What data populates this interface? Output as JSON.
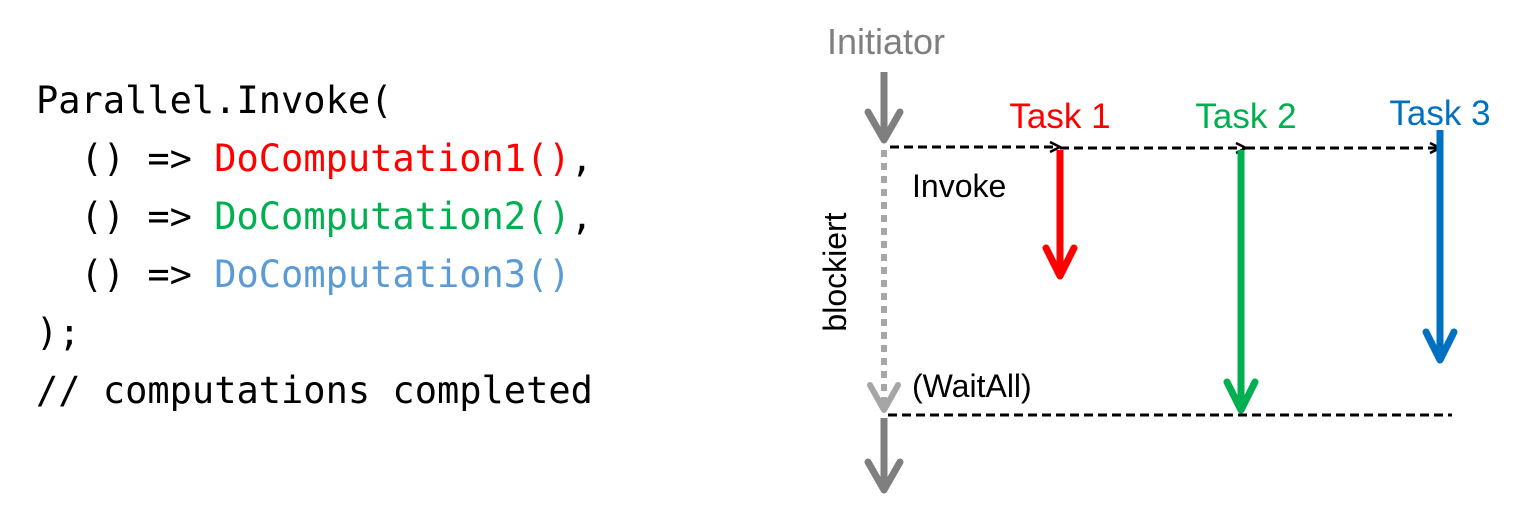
{
  "code": {
    "lines": [
      {
        "segments": [
          {
            "text": "Parallel.Invoke(",
            "color": "#000000"
          }
        ]
      },
      {
        "segments": [
          {
            "text": "  () => ",
            "color": "#000000"
          },
          {
            "text": "DoComputation1()",
            "color": "#ff0000"
          },
          {
            "text": ",",
            "color": "#000000"
          }
        ]
      },
      {
        "segments": [
          {
            "text": "  () => ",
            "color": "#000000"
          },
          {
            "text": "DoComputation2()",
            "color": "#00b050"
          },
          {
            "text": ",",
            "color": "#000000"
          }
        ]
      },
      {
        "segments": [
          {
            "text": "  () => ",
            "color": "#000000"
          },
          {
            "text": "DoComputation3()",
            "color": "#5b9bd5"
          }
        ]
      },
      {
        "segments": [
          {
            "text": ");",
            "color": "#000000"
          }
        ]
      },
      {
        "segments": [
          {
            "text": "// computations completed",
            "color": "#000000"
          }
        ]
      }
    ]
  },
  "diagram": {
    "initiator_label": "Initiator",
    "blocked_label": "blockiert",
    "invoke_label": "Invoke",
    "waitall_label": "(WaitAll)",
    "tasks": [
      {
        "label": "Task 1",
        "color": "#ff0000"
      },
      {
        "label": "Task 2",
        "color": "#00b050"
      },
      {
        "label": "Task 3",
        "color": "#0070c0"
      }
    ],
    "colors": {
      "initiator": "#7f7f7f",
      "dashed_lines": "#000000",
      "labels": "#000000"
    }
  }
}
